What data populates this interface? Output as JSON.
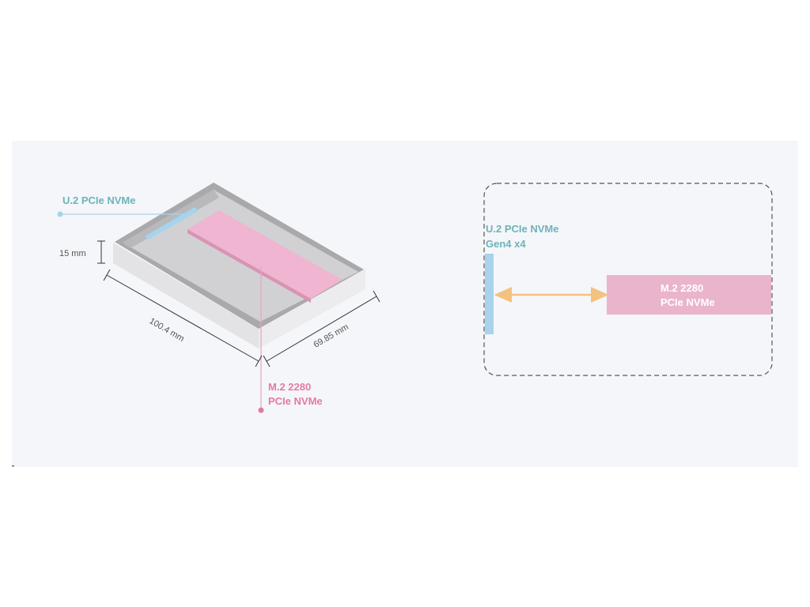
{
  "diagram": {
    "left": {
      "u2_label": "U.2 PCIe NVMe",
      "m2_label_line1": "M.2 2280",
      "m2_label_line2": "PCIe NVMe",
      "dim_height": "15 mm",
      "dim_length": "100.4 mm",
      "dim_width": "69.85 mm"
    },
    "right": {
      "u2_label_line1": "U.2 PCIe NVMe",
      "u2_label_line2": "Gen4 x4",
      "m2_label_line1": "M.2 2280",
      "m2_label_line2": "PCIe NVMe"
    },
    "colors": {
      "background": "#f5f6f9",
      "enclosure_floor": "#d0d0d2",
      "enclosure_wall": "#e7e7e9",
      "enclosure_rim": "#a7a7a9",
      "m2_pink": "#efb5d1",
      "u2_blue": "#a7d3ec",
      "teal_text": "#6cb4bb",
      "pink_text": "#e27ba6",
      "arrow_orange": "#f2c27e"
    }
  }
}
